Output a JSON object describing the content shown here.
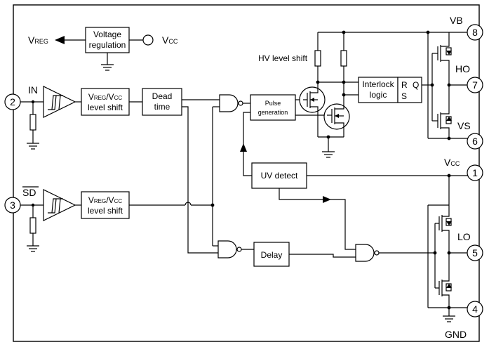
{
  "pins": [
    {
      "number": "8",
      "label": "VB"
    },
    {
      "number": "7",
      "label": "HO"
    },
    {
      "number": "6",
      "label": "VS"
    },
    {
      "number": "1",
      "label_main": "V",
      "label_sub": "CC"
    },
    {
      "number": "5",
      "label": "LO"
    },
    {
      "number": "4",
      "label": "GND"
    },
    {
      "number": "2",
      "label": "IN"
    },
    {
      "number": "3",
      "label": "SD"
    }
  ],
  "vreg_label": {
    "main": "V",
    "sub": "REG"
  },
  "vcc_label": {
    "main": "V",
    "sub": "CC"
  },
  "blocks": {
    "voltage_regulation": [
      "Voltage",
      "regulation"
    ],
    "level_shift_in": {
      "v1": "V",
      "s1": "REG",
      "slash": "/V",
      "s2": "CC",
      "line2": "level shift"
    },
    "level_shift_sd": {
      "v1": "V",
      "s1": "REG",
      "slash": "/V",
      "s2": "CC",
      "line2": "level shift"
    },
    "dead_time": [
      "Dead",
      "time"
    ],
    "pulse_generation": [
      "Pulse",
      "generation"
    ],
    "interlock_logic": [
      "Interlock",
      "logic"
    ],
    "rs_latch": {
      "r": "R",
      "s": "S",
      "q": "Q"
    },
    "uv_detect": "UV detect",
    "delay": "Delay",
    "hv_level_shift": "HV level shift"
  }
}
